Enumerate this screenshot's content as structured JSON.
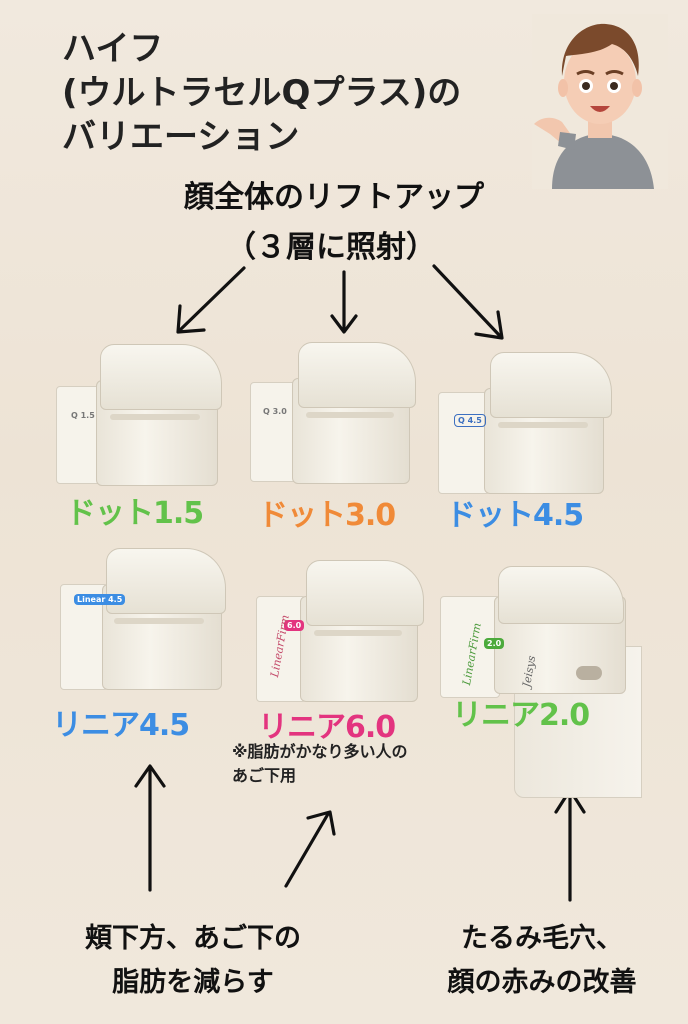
{
  "title": {
    "line1": "ハイフ",
    "line2": "(ウルトラセルQプラス)の",
    "line3": "バリエーション"
  },
  "heading": {
    "line1": "顔全体のリフトアップ",
    "line2": "（３層に照射）"
  },
  "devices": {
    "dot15": {
      "label": "ドット1.5",
      "badge": "Q 1.5"
    },
    "dot30": {
      "label": "ドット3.0",
      "badge": "Q 3.0"
    },
    "dot45": {
      "label": "ドット4.5",
      "badge": "Q 4.5"
    },
    "linear45": {
      "label": "リニア4.5",
      "badge": "Linear 4.5"
    },
    "linear60": {
      "label": "リニア6.0",
      "badge": "6.0",
      "brand": "LinearFirm"
    },
    "linear20": {
      "label": "リニア2.0",
      "badge": "2.0",
      "brand": "LinearFirm",
      "maker": "Jeisys"
    }
  },
  "note": {
    "line1": "※脂肪がかなり多い人の",
    "line2": "あご下用"
  },
  "bottom_left": {
    "line1": "頬下方、あご下の",
    "line2": "脂肪を減らす"
  },
  "bottom_right": {
    "line1": "たるみ毛穴、",
    "line2": "顔の赤みの改善"
  },
  "icons": {
    "avatar": "person-avatar-icon",
    "arrows": "hand-drawn-arrow-icon"
  },
  "colors": {
    "green": "#62c24a",
    "orange": "#f08a38",
    "blue": "#3c8de3",
    "pink": "#e3347f"
  }
}
